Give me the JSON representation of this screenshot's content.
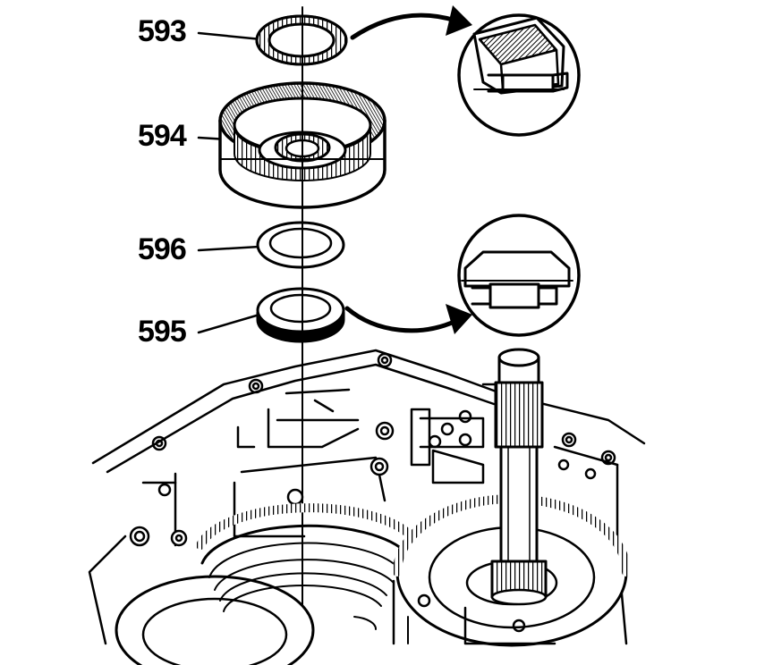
{
  "diagram": {
    "callouts": [
      {
        "id": "593",
        "label": "593"
      },
      {
        "id": "594",
        "label": "594"
      },
      {
        "id": "596",
        "label": "596"
      },
      {
        "id": "595",
        "label": "595"
      }
    ],
    "detail_views": [
      {
        "id": "detail-top",
        "for": "593"
      },
      {
        "id": "detail-bottom",
        "for": "595"
      }
    ],
    "colors": {
      "ink": "#000000",
      "paper": "#ffffff"
    }
  }
}
